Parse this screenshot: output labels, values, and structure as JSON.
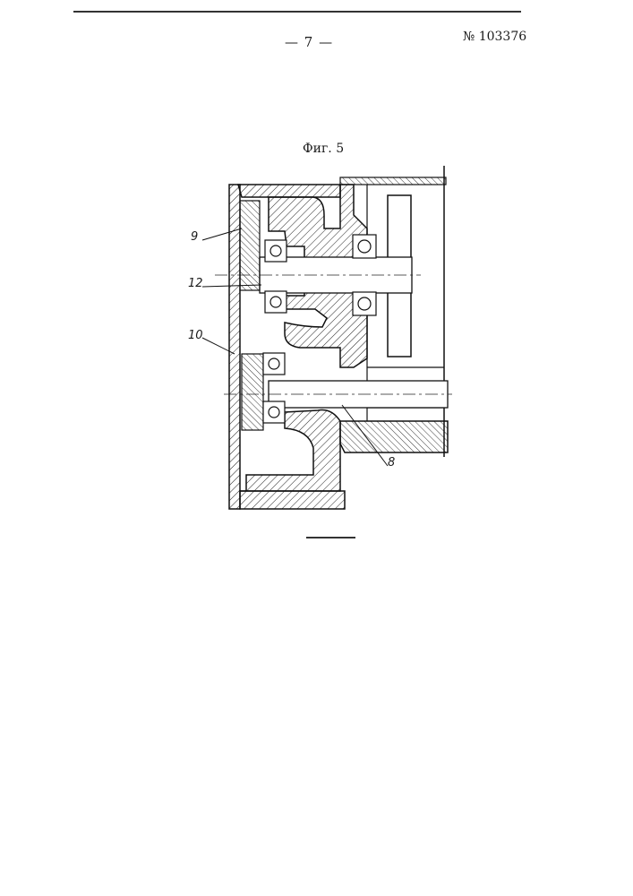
{
  "header": {
    "page_number": "— 7 —",
    "patent_number": "№ 103376"
  },
  "figure": {
    "caption": "Фиг. 5",
    "labels": {
      "part_9": "9",
      "part_12": "12",
      "part_10": "10",
      "part_8": "8"
    }
  }
}
